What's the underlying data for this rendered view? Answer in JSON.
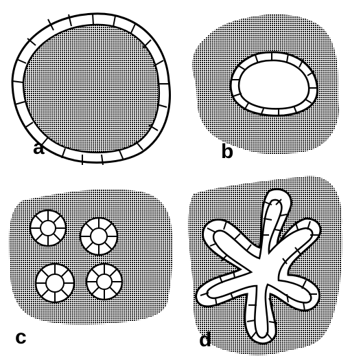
{
  "figure": {
    "panels": [
      {
        "id": "a",
        "label": "a"
      },
      {
        "id": "b",
        "label": "b"
      },
      {
        "id": "c",
        "label": "c"
      },
      {
        "id": "d",
        "label": "d"
      }
    ]
  },
  "colors": {
    "ink": "#000000",
    "paper": "#ffffff",
    "stipple": "#1a1a1a"
  }
}
